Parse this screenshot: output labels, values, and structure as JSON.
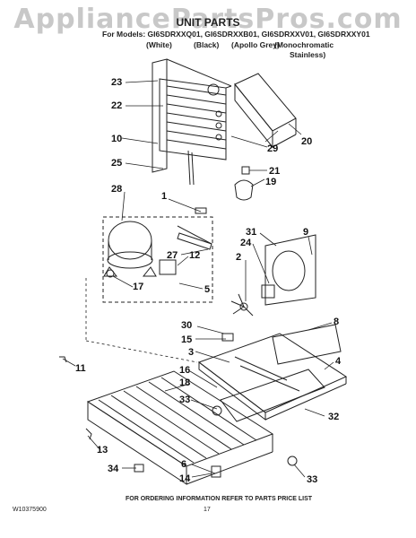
{
  "watermark": "AppliancePartsPros.com",
  "title": "UNIT PARTS",
  "models_line": "For Models: GI6SDRXXQ01, GI6SDRXXB01, GI6SDRXXV01, GI6SDRXXY01",
  "colors": [
    "(White)",
    "(Black)",
    "(Apollo Grey)",
    "(Monochromatic",
    "Stainless)"
  ],
  "callouts": [
    "23",
    "22",
    "10",
    "25",
    "28",
    "1",
    "27",
    "12",
    "17",
    "5",
    "31",
    "24",
    "9",
    "2",
    "30",
    "15",
    "3",
    "8",
    "4",
    "11",
    "16",
    "18",
    "33",
    "32",
    "13",
    "34",
    "6",
    "14",
    "33",
    "20",
    "29",
    "21",
    "19"
  ],
  "footer": {
    "left": "W10375900",
    "center": "17",
    "right": "FOR ORDERING INFORMATION REFER TO PARTS PRICE LIST"
  }
}
